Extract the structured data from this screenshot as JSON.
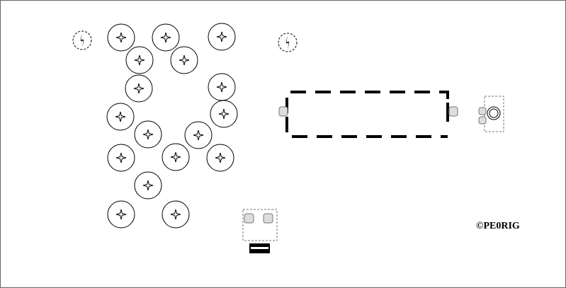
{
  "diagram": {
    "copyright": "©PE0RIG",
    "colors": {
      "background": "#ffffff",
      "stroke": "#000000",
      "border": "#666666",
      "pad_fill": "#dddddd",
      "pad_stroke": "#777777"
    },
    "component_symbols": {
      "standoff_hole": "four-point-star-icon",
      "mounting_hole": "lightning-star-icon",
      "outline": "dashed-rectangle",
      "pad": "rounded-pad"
    }
  }
}
